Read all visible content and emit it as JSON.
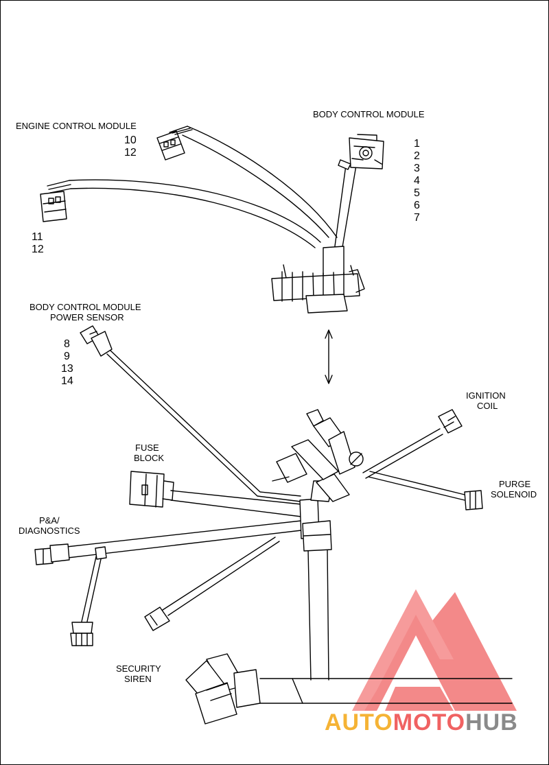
{
  "labels": {
    "body_control_module": "BODY CONTROL MODULE",
    "engine_control_module": "ENGINE CONTROL MODULE",
    "bcm_power_sensor_1": "BODY CONTROL MODULE",
    "bcm_power_sensor_2": "POWER SENSOR",
    "ignition_coil_1": "IGNITION",
    "ignition_coil_2": "COIL",
    "purge_solenoid_1": "PURGE",
    "purge_solenoid_2": "SOLENOID",
    "fuse_block_1": "FUSE",
    "fuse_block_2": "BLOCK",
    "pa_diagnostics_1": "P&A/",
    "pa_diagnostics_2": "DIAGNOSTICS",
    "security_siren_1": "SECURITY",
    "security_siren_2": "SIREN"
  },
  "callouts": {
    "bcm": [
      "1",
      "2",
      "3",
      "4",
      "5",
      "6",
      "7"
    ],
    "ecm_upper": [
      "10",
      "12"
    ],
    "ecm_lower": [
      "11",
      "12"
    ],
    "power_sensor": [
      "8",
      "9",
      "13",
      "14"
    ]
  },
  "watermark": {
    "part1": "AUTO",
    "part2": "MOTO",
    "part3": "HUB",
    "color_orange": "#f5b335",
    "color_red": "#f06262",
    "color_gray": "#8a8a8a"
  }
}
